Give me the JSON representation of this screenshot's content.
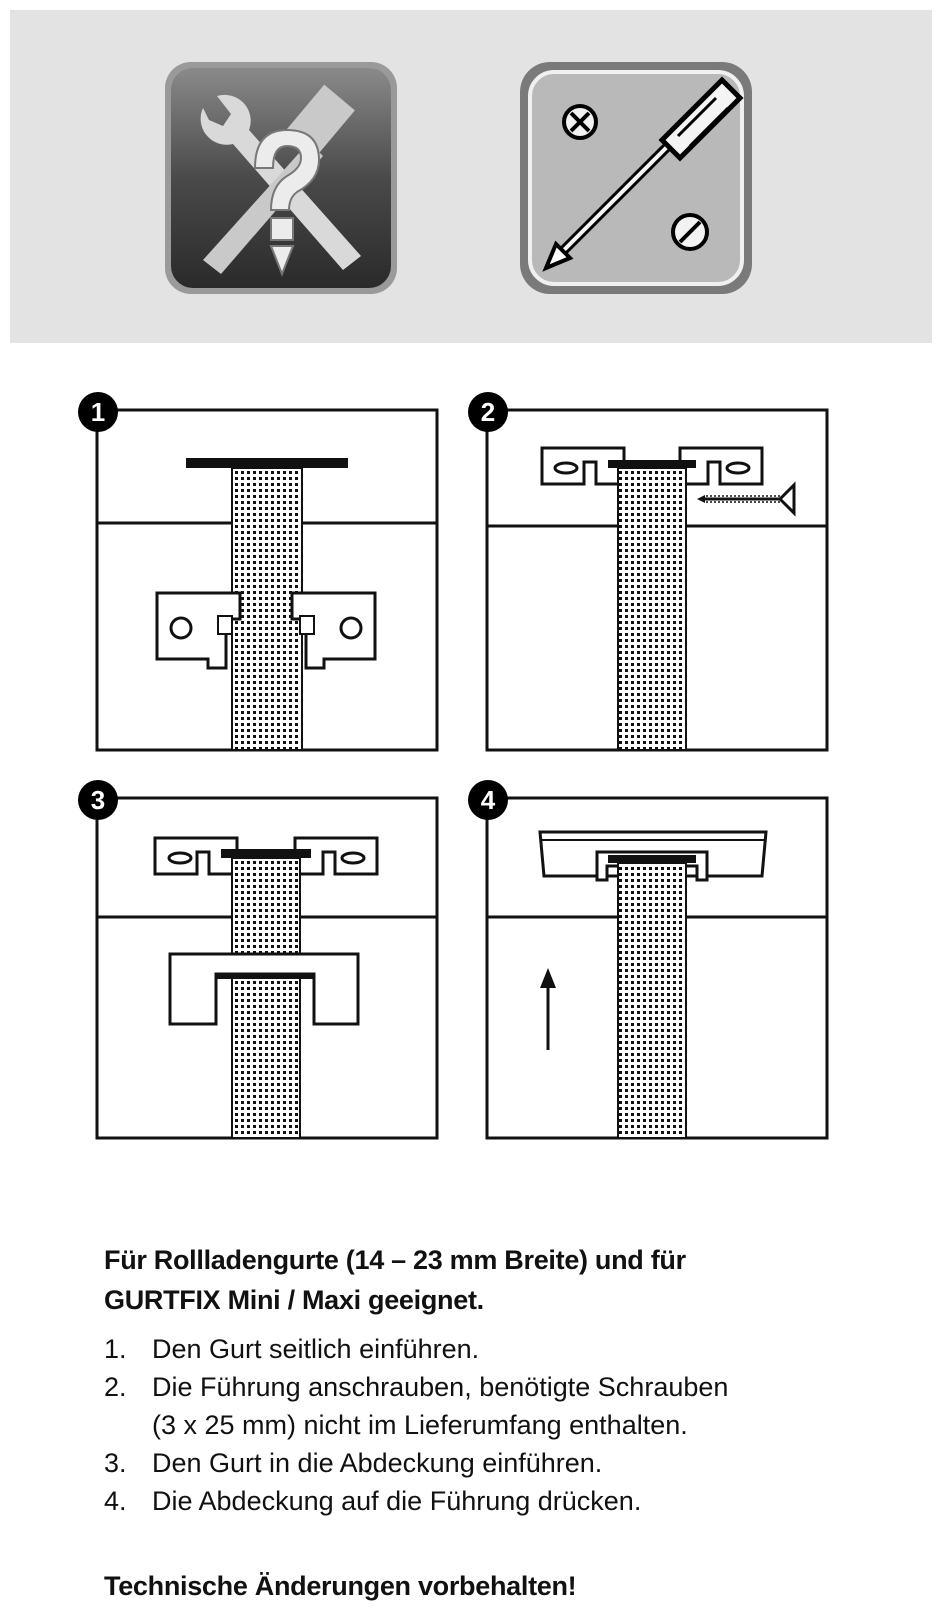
{
  "icons": {
    "left": "wrench-hammer-question-icon",
    "right": "screwdriver-screws-icon"
  },
  "figures": [
    {
      "number": "1"
    },
    {
      "number": "2"
    },
    {
      "number": "3"
    },
    {
      "number": "4"
    }
  ],
  "text": {
    "heading_line1": "Für Rollladengurte (14 – 23 mm Breite) und für",
    "heading_line2": "GURTFIX Mini / Maxi geeignet.",
    "steps": [
      {
        "num": "1.",
        "lines": [
          "Den Gurt seitlich einführen."
        ]
      },
      {
        "num": "2.",
        "lines": [
          "Die Führung anschrauben, benötigte Schrauben",
          "(3 x 25 mm) nicht im Lieferumfang enthalten."
        ]
      },
      {
        "num": "3.",
        "lines": [
          "Den Gurt in die Abdeckung einführen."
        ]
      },
      {
        "num": "4.",
        "lines": [
          "Die Abdeckung auf die Führung drücken."
        ]
      }
    ],
    "footer": "Technische Änderungen vorbehalten!"
  }
}
